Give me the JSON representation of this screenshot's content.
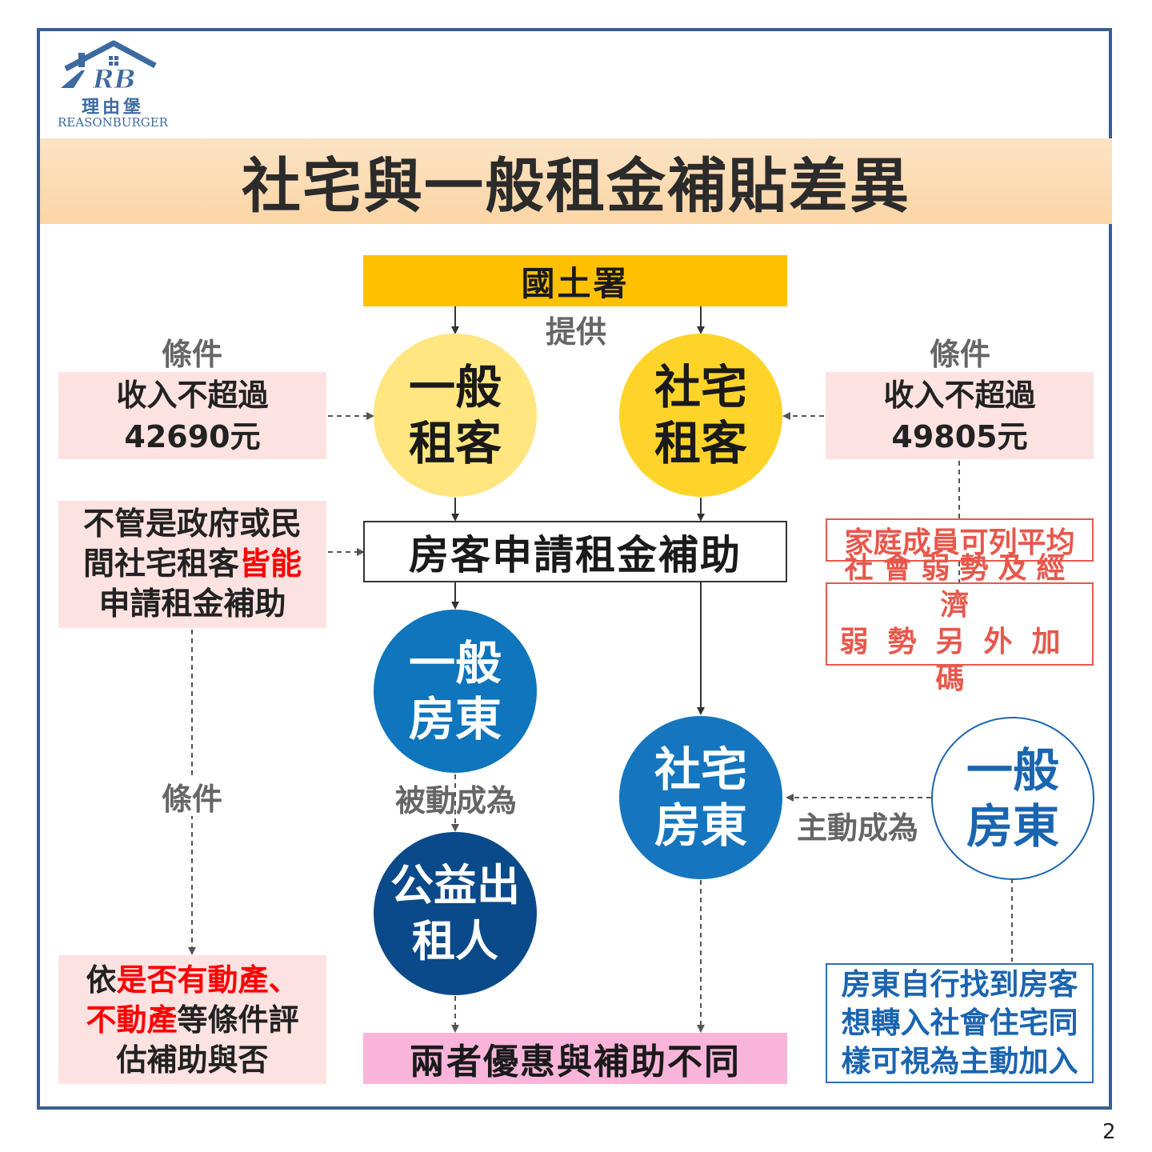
{
  "logo": {
    "mark": "RB",
    "chinese": "理由堡",
    "english": "REASONBURGER"
  },
  "title": "社宅與一般租金補貼差異",
  "top_node": "國土署",
  "provide_label": "提供",
  "condition_label": "條件",
  "left_condition": {
    "line1": "收入不超過",
    "line2": "42690元"
  },
  "right_condition": {
    "line1": "收入不超過",
    "line2": "49805元"
  },
  "general_tenant": {
    "line1": "一般",
    "line2": "租客"
  },
  "social_tenant": {
    "line1": "社宅",
    "line2": "租客"
  },
  "apply_subsidy": "房客申請租金補助",
  "left_note": {
    "line1": "不管是政府或民",
    "line2_plain": "間社宅租客",
    "line2_red": "皆能",
    "line3": "申請租金補助"
  },
  "family_average": "家庭成員可列平均",
  "extra_bonus": {
    "line1": "社會弱勢及經濟",
    "line2": "弱勢另外加碼"
  },
  "general_landlord": {
    "line1": "一般",
    "line2": "房東"
  },
  "social_landlord": {
    "line1": "社宅",
    "line2": "房東"
  },
  "general_landlord_right": {
    "line1": "一般",
    "line2": "房東"
  },
  "passive_label": "被動成為",
  "active_label": "主動成為",
  "public_welfare": {
    "line1": "公益出",
    "line2": "租人"
  },
  "bottom_left": {
    "p1": "依",
    "r1": "是否有動產、",
    "r2": "不動產",
    "p2": "等條件評",
    "line3": "估補助與否"
  },
  "bottom_center": "兩者優惠與補助不同",
  "bottom_right": {
    "line1": "房東自行找到房客",
    "line2": "想轉入社會住宅同",
    "line3": "樣可視為主動加入"
  },
  "page_number": "2",
  "colors": {
    "frame": "#3a5f8d",
    "top_node": "#ffc000",
    "general_tenant": "#ffe680",
    "social_tenant": "#ffd42a",
    "general_landlord": "#0f75bc",
    "social_landlord": "#1576bf",
    "public_welfare": "#0b4a8a",
    "bottom_center": "#f8b4d9",
    "pink_box": "#fde2e2",
    "red_text": "#ff0000"
  }
}
